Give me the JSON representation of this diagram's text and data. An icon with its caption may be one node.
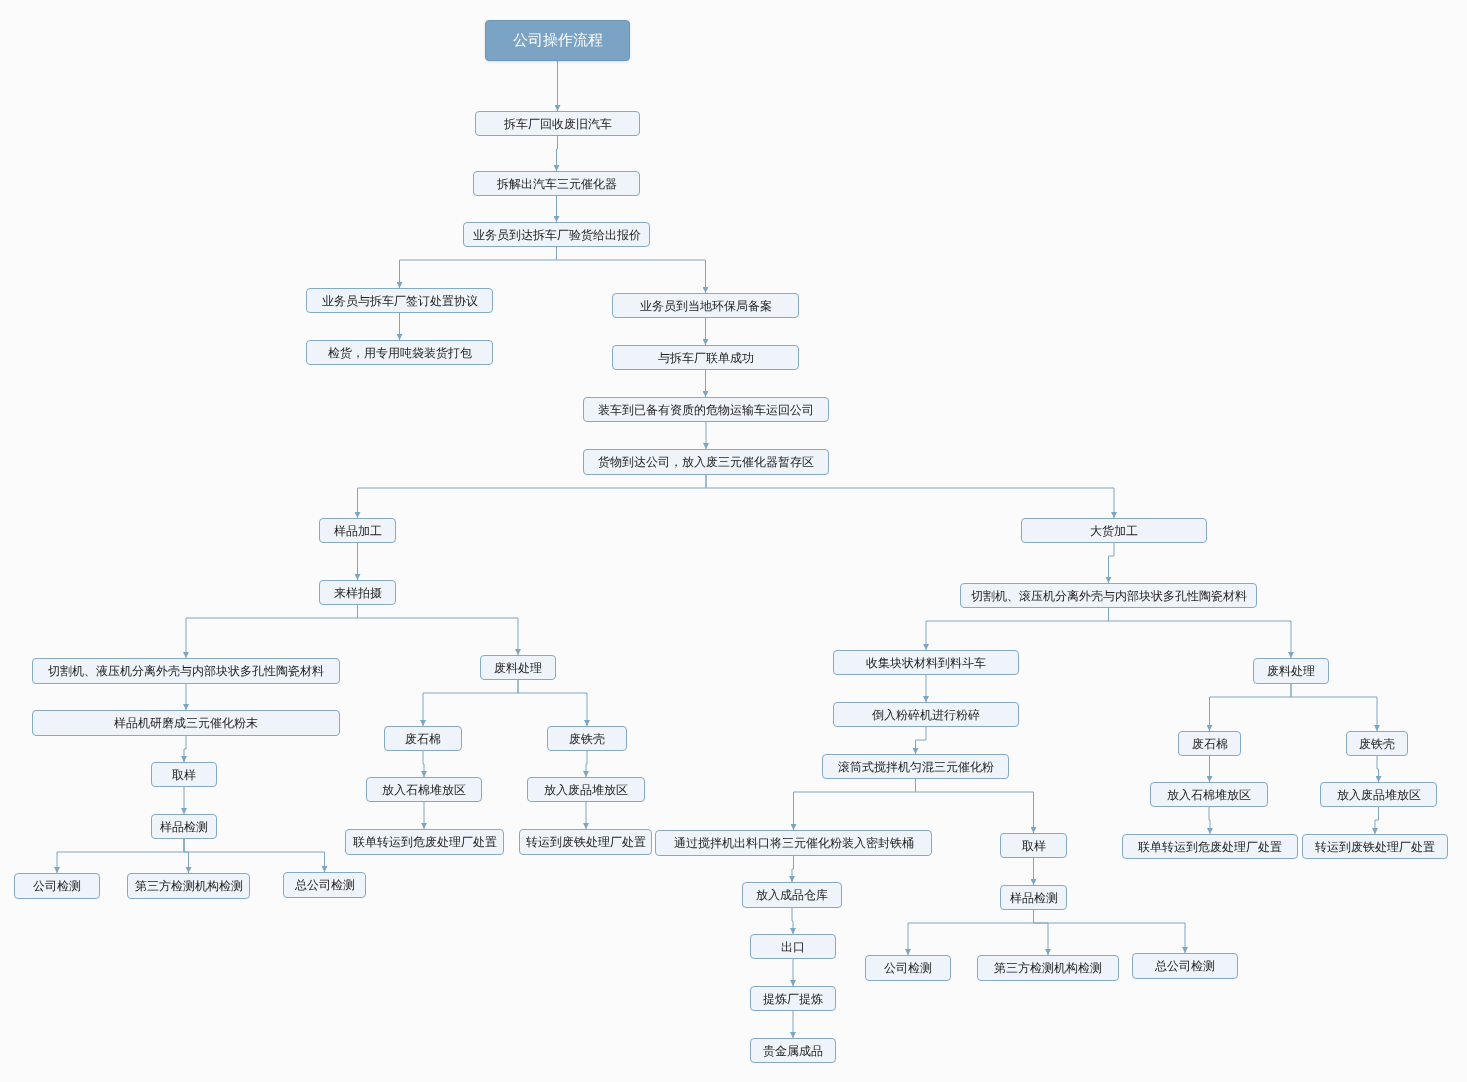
{
  "diagram": {
    "nodes": [
      {
        "text": [
          "公司操作流程"
        ]
      },
      {
        "text": [
          "拆车厂回收废旧汽车"
        ]
      },
      {
        "text": [
          "拆解出汽车三元催化器"
        ]
      },
      {
        "text": [
          "业务员到达拆车厂验货给出报价"
        ]
      },
      {
        "text": [
          "业务员与拆车厂签订处置协议"
        ]
      },
      {
        "text": [
          "检货，用专用吨袋装货打包"
        ]
      },
      {
        "text": [
          "业务员到当地环保局备案"
        ]
      },
      {
        "text": [
          "与拆车厂联单成功"
        ]
      },
      {
        "text": [
          "装车到已备有资质的危物运输车运回公司"
        ]
      },
      {
        "text": [
          "货物到达公司，放入废三元催化器暂存区"
        ]
      },
      {
        "text": [
          "样品加工"
        ]
      },
      {
        "text": [
          "来样拍摄"
        ]
      },
      {
        "text": [
          "切割机、液压机分离外壳与内部块状多孔性陶瓷材料"
        ]
      },
      {
        "text": [
          "样品机研磨成三元催化粉末"
        ]
      },
      {
        "text": [
          "取样"
        ]
      },
      {
        "text": [
          "样品检测"
        ]
      },
      {
        "text": [
          "公司检测"
        ]
      },
      {
        "text": [
          "第三方检测机构检测"
        ]
      },
      {
        "text": [
          "总公司检测"
        ]
      },
      {
        "text": [
          "废料处理"
        ]
      },
      {
        "text": [
          "废石棉"
        ]
      },
      {
        "text": [
          "放入石棉堆放区"
        ]
      },
      {
        "text": [
          "联单转运到危废处理厂处置"
        ]
      },
      {
        "text": [
          "废铁壳"
        ]
      },
      {
        "text": [
          "放入废品堆放区"
        ]
      },
      {
        "text": [
          "转运到废铁处理厂处置"
        ]
      },
      {
        "text": [
          "大货加工"
        ]
      },
      {
        "text": [
          "切割机、滚压机分离外壳与内部块状多孔性陶瓷材料"
        ]
      },
      {
        "text": [
          "收集块状材料到料斗车"
        ]
      },
      {
        "text": [
          "倒入粉碎机进行粉碎"
        ]
      },
      {
        "text": [
          "滚筒式搅拌机匀混三元催化粉"
        ]
      },
      {
        "text": [
          "通过搅拌机出料口将三元催化粉装入密封铁桶"
        ]
      },
      {
        "text": [
          "放入成品仓库"
        ]
      },
      {
        "text": [
          "出口"
        ]
      },
      {
        "text": [
          "提炼厂提炼"
        ]
      },
      {
        "text": [
          "贵金属成品"
        ]
      },
      {
        "text": [
          "取样"
        ]
      },
      {
        "text": [
          "样品检测"
        ]
      },
      {
        "text": [
          "公司检测"
        ]
      },
      {
        "text": [
          "第三方检测机构检测"
        ]
      },
      {
        "text": [
          "总公司检测"
        ]
      },
      {
        "text": [
          "废料处理"
        ]
      },
      {
        "text": [
          "废石棉"
        ]
      },
      {
        "text": [
          "放入石棉堆放区"
        ]
      },
      {
        "text": [
          "联单转运到危废处理厂处置"
        ]
      },
      {
        "text": [
          "废铁壳"
        ]
      },
      {
        "text": [
          "放入废品堆放区"
        ]
      },
      {
        "text": [
          "转运到废铁处理厂处置"
        ]
      }
    ],
    "edges": [
      {
        "from": 0,
        "to": 1,
        "arrow": "to"
      },
      {
        "from": 1,
        "to": 2,
        "arrow": "to"
      },
      {
        "from": 2,
        "to": 3,
        "arrow": "to"
      },
      {
        "from": 3,
        "to": 4,
        "arrow": "to"
      },
      {
        "from": 3,
        "to": 6,
        "arrow": "to"
      },
      {
        "from": 4,
        "to": 5,
        "arrow": "to"
      },
      {
        "from": 6,
        "to": 7,
        "arrow": "to"
      },
      {
        "from": 7,
        "to": 8,
        "arrow": "to"
      },
      {
        "from": 8,
        "to": 9,
        "arrow": "to"
      },
      {
        "from": 9,
        "to": 10,
        "arrow": "to"
      },
      {
        "from": 9,
        "to": 26,
        "arrow": "to"
      },
      {
        "from": 10,
        "to": 11,
        "arrow": "to"
      },
      {
        "from": 11,
        "to": 12,
        "arrow": "to"
      },
      {
        "from": 11,
        "to": 19,
        "arrow": "to"
      },
      {
        "from": 12,
        "to": 13,
        "arrow": "to"
      },
      {
        "from": 13,
        "to": 14,
        "arrow": "to"
      },
      {
        "from": 14,
        "to": 15,
        "arrow": "to"
      },
      {
        "from": 15,
        "to": 16,
        "arrow": "to"
      },
      {
        "from": 15,
        "to": 17,
        "arrow": "to"
      },
      {
        "from": 15,
        "to": 18,
        "arrow": "to"
      },
      {
        "from": 19,
        "to": 20,
        "arrow": "to"
      },
      {
        "from": 19,
        "to": 23,
        "arrow": "to"
      },
      {
        "from": 20,
        "to": 21,
        "arrow": "to"
      },
      {
        "from": 21,
        "to": 22,
        "arrow": "to"
      },
      {
        "from": 23,
        "to": 24,
        "arrow": "to"
      },
      {
        "from": 24,
        "to": 25,
        "arrow": "to"
      },
      {
        "from": 26,
        "to": 27,
        "arrow": "to"
      },
      {
        "from": 27,
        "to": 28,
        "arrow": "to"
      },
      {
        "from": 27,
        "to": 41,
        "arrow": "to"
      },
      {
        "from": 28,
        "to": 29,
        "arrow": "to"
      },
      {
        "from": 29,
        "to": 30,
        "arrow": "to"
      },
      {
        "from": 30,
        "to": 31,
        "arrow": "to"
      },
      {
        "from": 30,
        "to": 36,
        "arrow": "to"
      },
      {
        "from": 31,
        "to": 32,
        "arrow": "to"
      },
      {
        "from": 32,
        "to": 33,
        "arrow": "to"
      },
      {
        "from": 33,
        "to": 34,
        "arrow": "to"
      },
      {
        "from": 34,
        "to": 35,
        "arrow": "to"
      },
      {
        "from": 36,
        "to": 37,
        "arrow": "to"
      },
      {
        "from": 37,
        "to": 38,
        "arrow": "to"
      },
      {
        "from": 37,
        "to": 39,
        "arrow": "to"
      },
      {
        "from": 37,
        "to": 40,
        "arrow": "to"
      },
      {
        "from": 41,
        "to": 42,
        "arrow": "to"
      },
      {
        "from": 41,
        "to": 45,
        "arrow": "to"
      },
      {
        "from": 42,
        "to": 43,
        "arrow": "to"
      },
      {
        "from": 43,
        "to": 44,
        "arrow": "to"
      },
      {
        "from": 45,
        "to": 46,
        "arrow": "to"
      },
      {
        "from": 46,
        "to": 47,
        "arrow": "to"
      }
    ]
  }
}
